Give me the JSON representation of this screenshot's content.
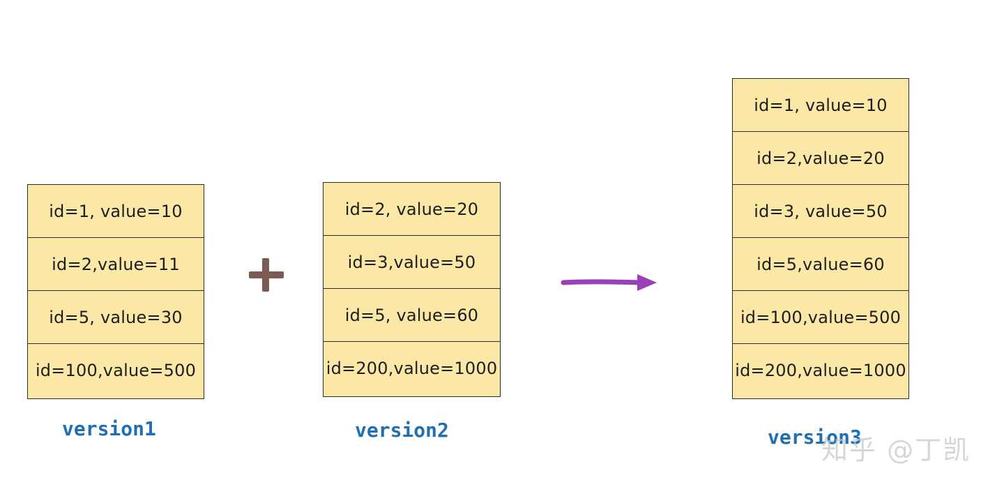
{
  "version1": {
    "label": "version1",
    "rows": [
      "id=1, value=10",
      "id=2,value=11",
      "id=5, value=30",
      "id=100,value=500"
    ]
  },
  "version2": {
    "label": "version2",
    "rows": [
      "id=2, value=20",
      "id=3,value=50",
      "id=5, value=60",
      "id=200,value=1000"
    ]
  },
  "version3": {
    "label": "version3",
    "rows": [
      "id=1, value=10",
      "id=2,value=20",
      "id=3, value=50",
      "id=5,value=60",
      "id=100,value=500",
      "id=200,value=1000"
    ]
  },
  "operator_icon": "plus-icon",
  "result_icon": "arrow-right-icon",
  "colors": {
    "cell_fill": "#fbe8a6",
    "cell_border": "#2b2b2b",
    "label": "#1f6fb2",
    "plus": "#7a5c55",
    "arrow": "#9b3fb8"
  },
  "watermark": "知乎 @丁凯"
}
